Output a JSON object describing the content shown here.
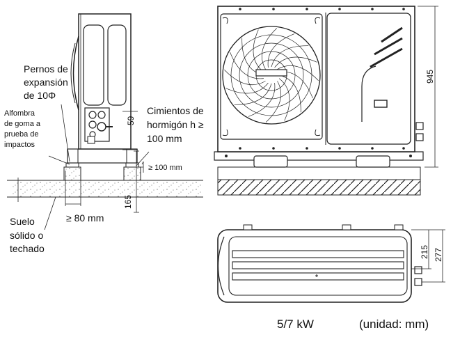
{
  "side_view": {
    "bolts_label": [
      "Pernos de",
      "expansión",
      "de 10Φ"
    ],
    "mat_label": [
      "Alfombra",
      "de goma a",
      "prueba de",
      "impactos"
    ],
    "foundation_label": [
      "Cimientos de",
      "hormigón h ≥",
      "100 mm"
    ],
    "floor_label": [
      "Suelo",
      "sólido o",
      "techado"
    ],
    "dim_59": "59",
    "dim_ge100": "≥ 100 mm",
    "dim_165": "165",
    "dim_ge80": "≥ 80 mm"
  },
  "front_view": {
    "dim_945": "945"
  },
  "top_view": {
    "dim_215": "215",
    "dim_277": "277"
  },
  "caption": {
    "power": "5/7 kW",
    "unit": "(unidad: mm)"
  }
}
